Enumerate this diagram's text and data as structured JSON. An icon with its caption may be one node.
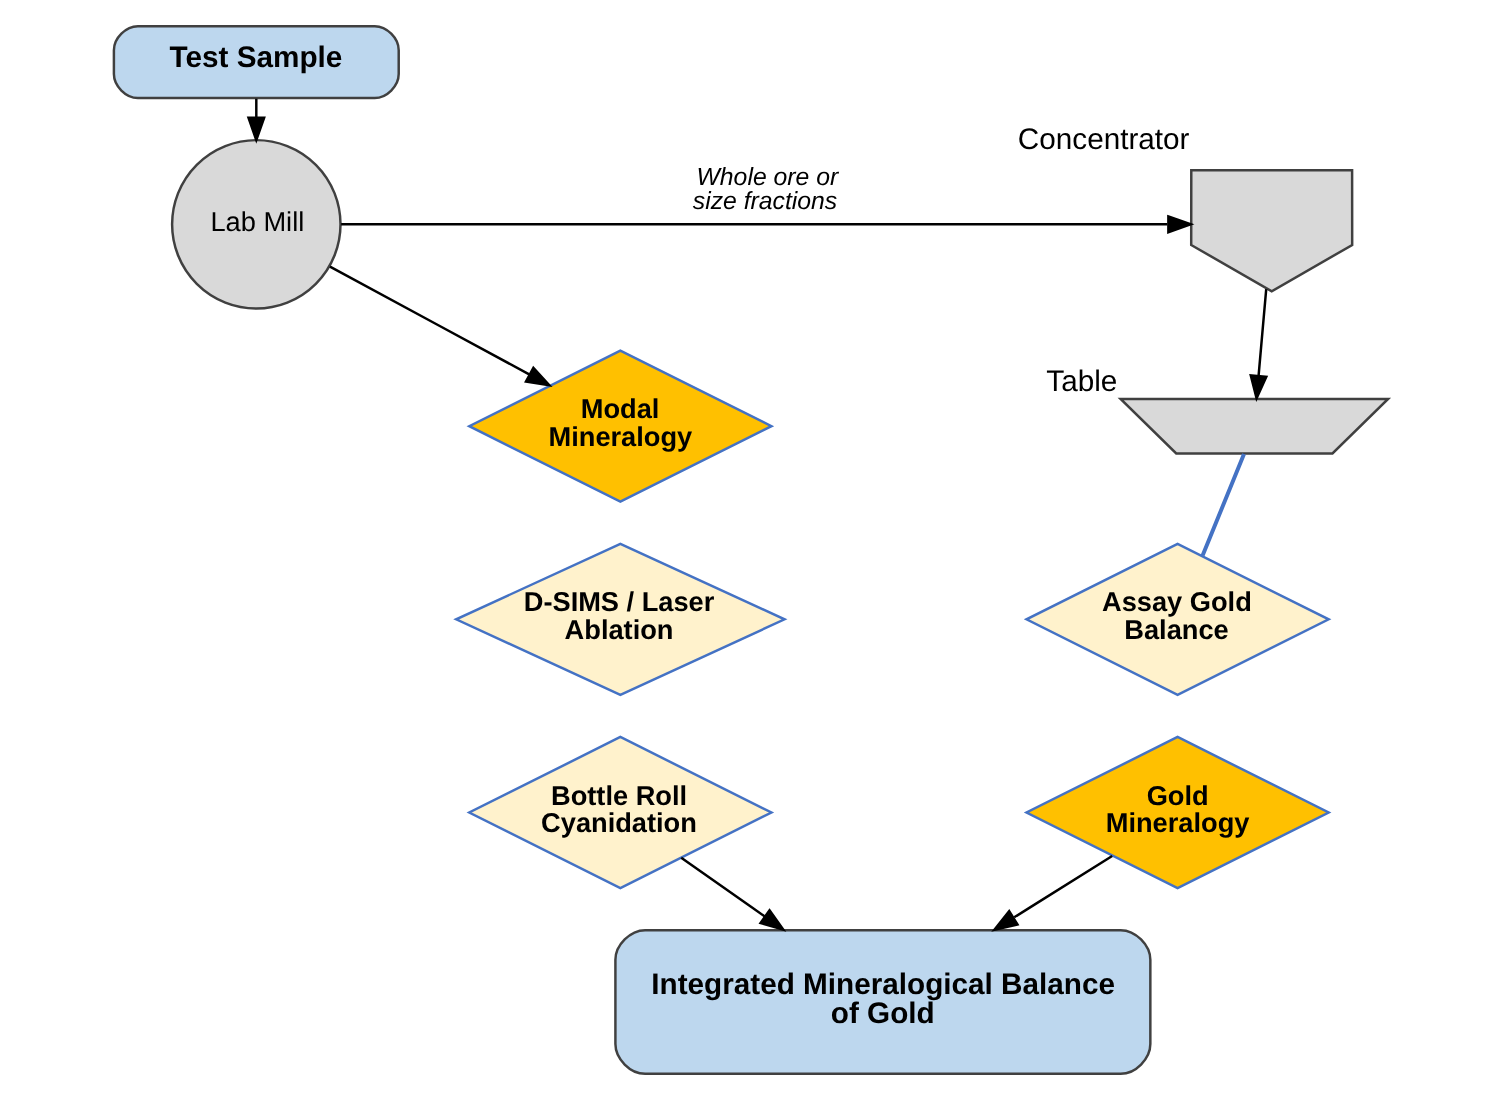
{
  "diagram": {
    "nodes": [
      {
        "text": [
          "Test Sample"
        ]
      },
      {
        "text": [
          "Lab Mill"
        ]
      },
      {
        "text": [],
        "shape": "funnel",
        "beside": [
          "Concentrator"
        ]
      },
      {
        "text": [
          "Modal Mineralogy"
        ]
      },
      {
        "text": [],
        "shape": "chevron",
        "beside": [
          "Table"
        ]
      },
      {
        "text": [
          "D-SIMS / Laser Ablation"
        ]
      },
      {
        "text": [
          "Assay Gold Balance"
        ]
      },
      {
        "text": [
          "Bottle Roll Cyanidation"
        ]
      },
      {
        "text": [
          "Gold Mineralogy"
        ]
      },
      {
        "text": [
          "Integrated Mineralogical Balance of Gold"
        ]
      }
    ],
    "edges": [
      {
        "from": 0,
        "to": 1,
        "arrow": "to"
      },
      {
        "from": 1,
        "to": 2,
        "arrow": "to",
        "label": "Whole ore or size fractions"
      },
      {
        "from": 1,
        "to": 3,
        "arrow": "to"
      },
      {
        "from": 2,
        "to": 4,
        "arrow": "to"
      },
      {
        "from": 4,
        "to": 6,
        "arrow": "none",
        "color": "#4472c4"
      },
      {
        "from": 7,
        "to": 9,
        "arrow": "to"
      },
      {
        "from": 8,
        "to": 9,
        "arrow": "to"
      }
    ]
  }
}
